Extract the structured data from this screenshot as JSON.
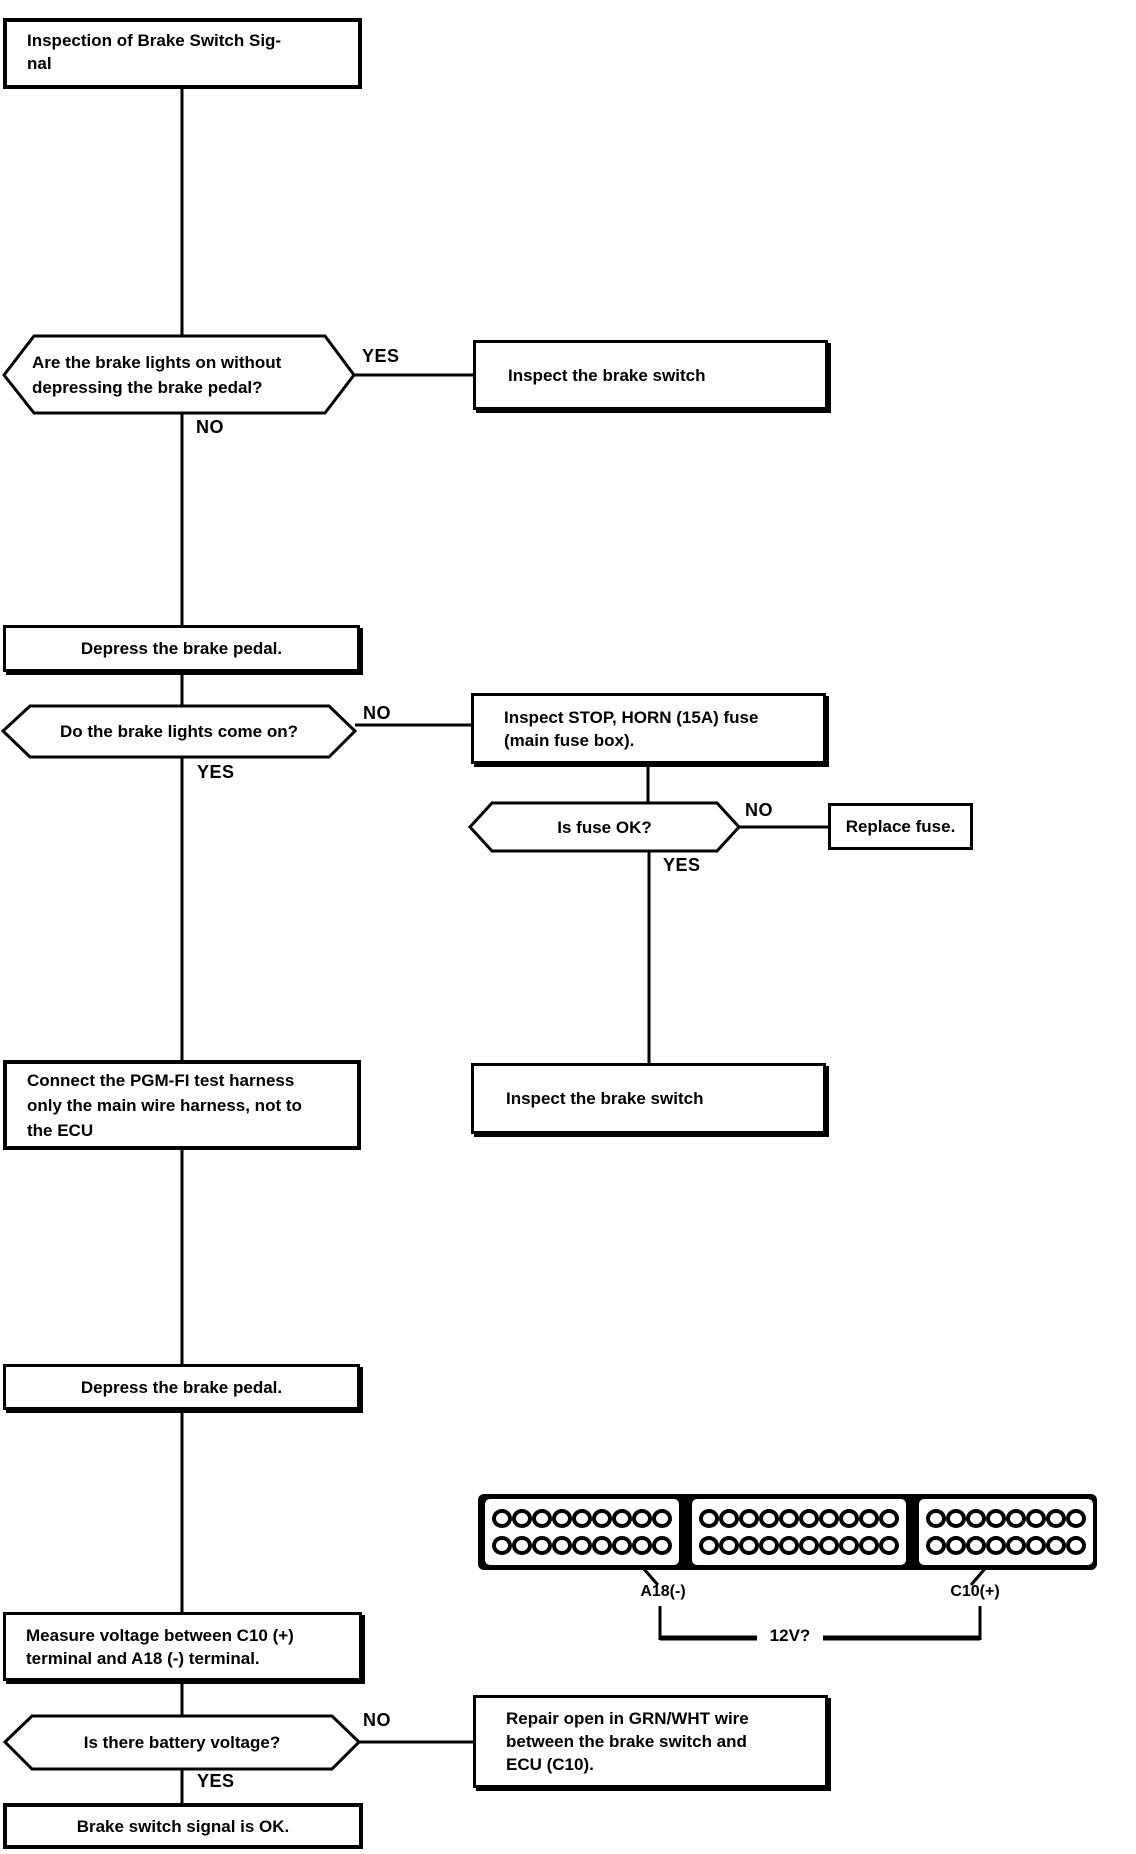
{
  "page": {
    "background": "#ffffff",
    "ink": "#000000"
  },
  "nodes": {
    "title": "Inspection of Brake Switch Sig-\nnal",
    "q1": "Are the brake lights on without\ndepressing the brake pedal?",
    "a1": "Inspect the brake switch",
    "a2": "Depress the brake pedal.",
    "q2": "Do the brake lights come on?",
    "a3": "Inspect STOP, HORN (15A) fuse\n(main fuse box).",
    "q3": "Is fuse OK?",
    "a4": "Replace fuse.",
    "a5": "Inspect the brake switch",
    "a6": "Connect the PGM-FI test harness\nonly the main wire harness, not to\nthe ECU",
    "a7": "Depress the brake pedal.",
    "a8": "Measure voltage between C10 (+)\nterminal and A18 (-) terminal.",
    "q4": "Is there battery voltage?",
    "a9": "Repair open in GRN/WHT wire\nbetween the brake switch and\nECU (C10).",
    "a10": "Brake switch signal is OK."
  },
  "labels": {
    "q1_yes": "YES",
    "q1_no": "NO",
    "q2_no": "NO",
    "q2_yes": "YES",
    "q3_no": "NO",
    "q3_yes": "YES",
    "q4_no": "NO",
    "q4_yes": "YES",
    "voltage_question": "12V?",
    "terminal_a18": "A18(-)",
    "terminal_c10": "C10(+)"
  },
  "connector": {
    "rows": 2,
    "segments": [
      {
        "name": "A",
        "pins_per_row": 9
      },
      {
        "name": "B",
        "pins_per_row": 10
      },
      {
        "name": "C",
        "pins_per_row": 8
      }
    ]
  }
}
